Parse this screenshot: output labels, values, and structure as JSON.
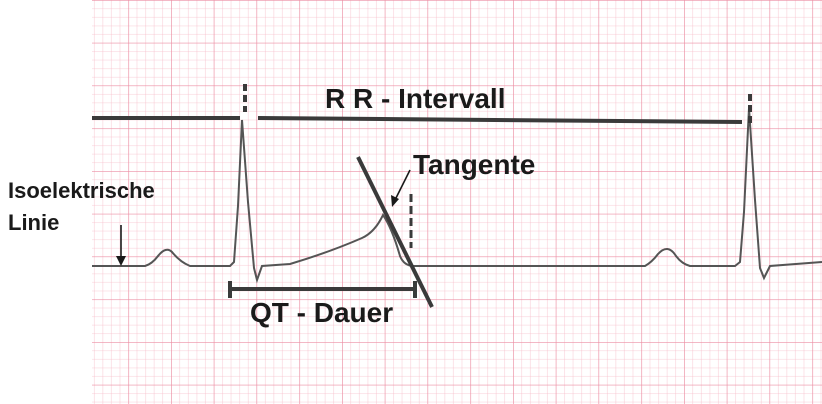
{
  "labels": {
    "rr_interval": "R R - Intervall",
    "tangent": "Tangente",
    "isoelectric_line_1": "Isoelektrische",
    "isoelectric_line_2": "Linie",
    "qt_duration": "QT - Dauer"
  },
  "colors": {
    "grid_minor": "#f6b9c6",
    "grid_major": "#ec8ea3",
    "trace": "#555555",
    "annotation": "#3a3a3a"
  }
}
